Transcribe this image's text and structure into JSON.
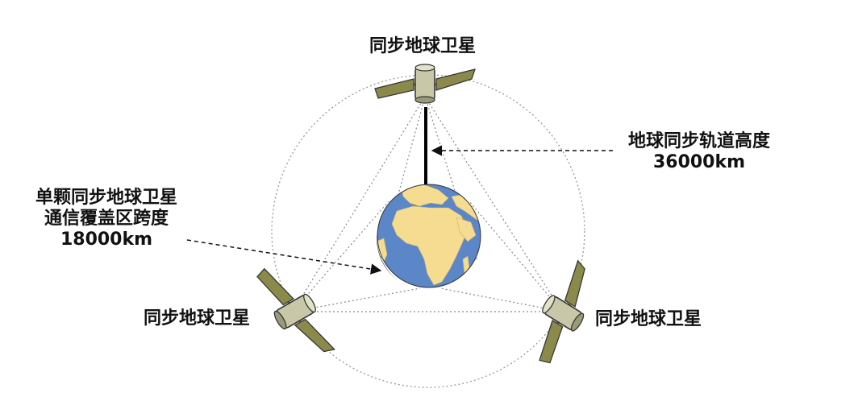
{
  "labels": {
    "sat_top": "同步地球卫星",
    "sat_left": "同步地球卫星",
    "sat_right": "同步地球卫星",
    "altitude_title": "地球同步轨道高度",
    "altitude_value": "36000km",
    "coverage_line1": "单颗同步地球卫星",
    "coverage_line2": "通信覆盖区跨度",
    "coverage_value": "18000km"
  },
  "colors": {
    "ocean": "#5b86c8",
    "land": "#f6dc90",
    "solar_panel": "#8b8a4a",
    "satellite_body": "#c8c8a8",
    "orbit": "#999999"
  },
  "icons": [
    "satellite-icon",
    "earth-icon"
  ]
}
